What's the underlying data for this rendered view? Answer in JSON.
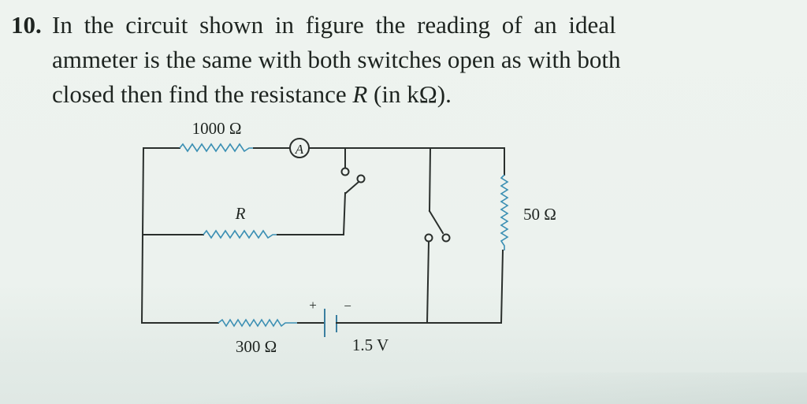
{
  "question": {
    "number": "10.",
    "lines": [
      "In the circuit shown in figure the reading of an ideal",
      "ammeter is the same with both switches open as with both",
      "closed then find the resistance "
    ],
    "variable": "R",
    "unit_suffix": " (in kΩ)."
  },
  "circuit": {
    "resistor_top_label": "1000 Ω",
    "ammeter_label": "A",
    "resistor_r_label": "R",
    "resistor_right_label": "50 Ω",
    "resistor_bottom_label": "300 Ω",
    "battery_label": "1.5 V",
    "battery_plus": "+",
    "battery_minus": "−",
    "switches": [
      {
        "name": "switch-1",
        "state": "open"
      },
      {
        "name": "switch-2",
        "state": "open"
      }
    ]
  },
  "colors": {
    "ink": "#1e2420",
    "wire": "#2a2f2c",
    "resistor": "#3b8fb3",
    "paper": "#eef3ef"
  }
}
